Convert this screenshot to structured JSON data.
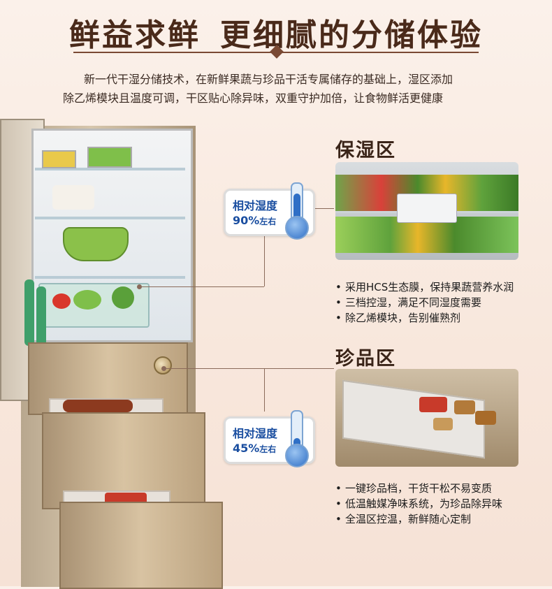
{
  "header": {
    "title_part1": "鲜益求鲜",
    "title_part2": "更细腻的分储体验",
    "desc_line1": "新一代干湿分储技术，在新鲜果蔬与珍品干活专属储存的基础上，湿区添加",
    "desc_line2": "除乙烯模块且温度可调，干区贴心除异味，双重守护加倍，让食物鲜活更健康"
  },
  "badges": [
    {
      "label": "相对湿度",
      "value": "90%",
      "unit": "左右",
      "level": 0.9
    },
    {
      "label": "相对湿度",
      "value": "45%",
      "unit": "左右",
      "level": 0.45
    }
  ],
  "zones": [
    {
      "title": "保湿区",
      "bullets": [
        "采用HCS生态膜，保持果蔬营养水润",
        "三档控湿，满足不同湿度需要",
        "除乙烯模块，告别催熟剂"
      ]
    },
    {
      "title": "珍品区",
      "bullets": [
        "一键珍品档，干货干松不易变质",
        "低温触媒净味系统，为珍品除异味",
        "全温区控温，新鲜随心定制"
      ]
    }
  ],
  "bullet_symbol": "•",
  "colors": {
    "accent_blue": "#1a4ea0",
    "title_brown": "#4a2a1a"
  }
}
